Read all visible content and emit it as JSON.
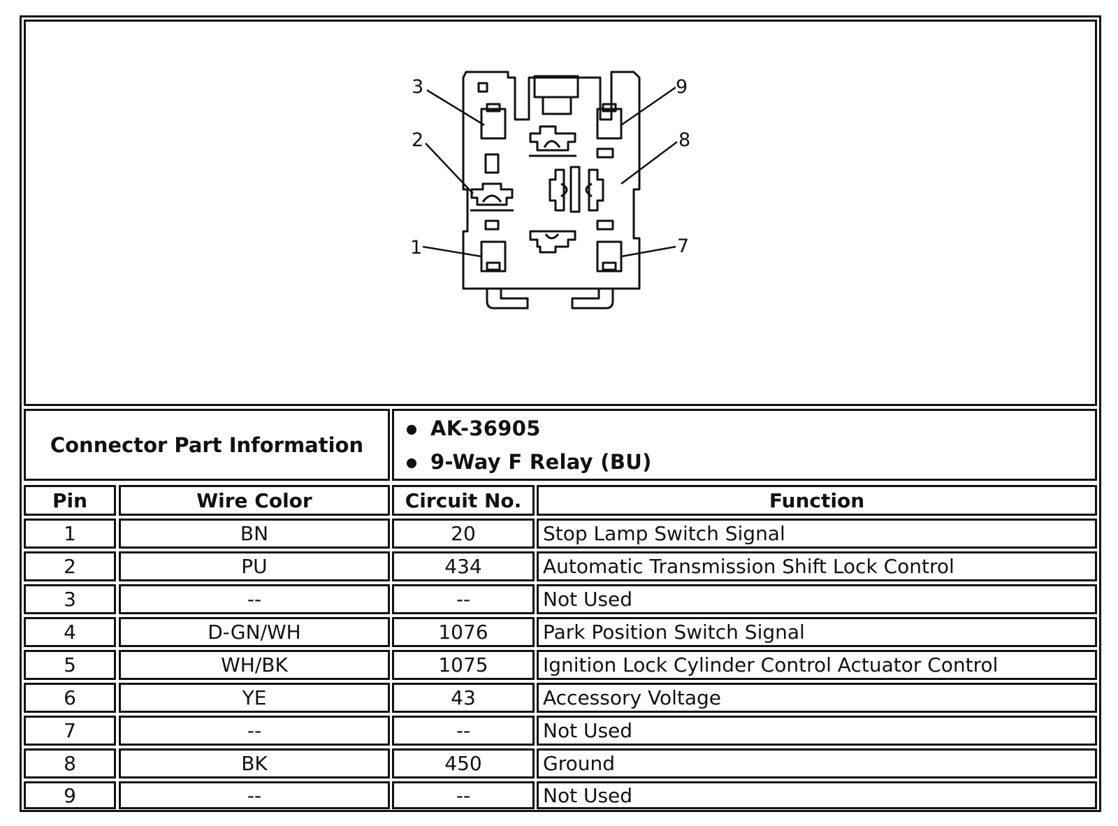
{
  "pin_labels": [
    "1",
    "2",
    "3",
    "7",
    "8",
    "9"
  ],
  "connector_info": {
    "label": "Connector Part Information",
    "items": [
      "AK-36905",
      "9-Way F Relay (BU)"
    ]
  },
  "table": {
    "headers": [
      "Pin",
      "Wire Color",
      "Circuit No.",
      "Function"
    ],
    "rows": [
      [
        "1",
        "BN",
        "20",
        "Stop Lamp Switch Signal"
      ],
      [
        "2",
        "PU",
        "434",
        "Automatic Transmission Shift Lock Control"
      ],
      [
        "3",
        "--",
        "--",
        "Not Used"
      ],
      [
        "4",
        "D-GN/WH",
        "1076",
        "Park Position Switch Signal"
      ],
      [
        "5",
        "WH/BK",
        "1075",
        "Ignition Lock Cylinder Control Actuator Control"
      ],
      [
        "6",
        "YE",
        "43",
        "Accessory Voltage"
      ],
      [
        "7",
        "--",
        "--",
        "Not Used"
      ],
      [
        "8",
        "BK",
        "450",
        "Ground"
      ],
      [
        "9",
        "--",
        "--",
        "Not Used"
      ]
    ]
  }
}
